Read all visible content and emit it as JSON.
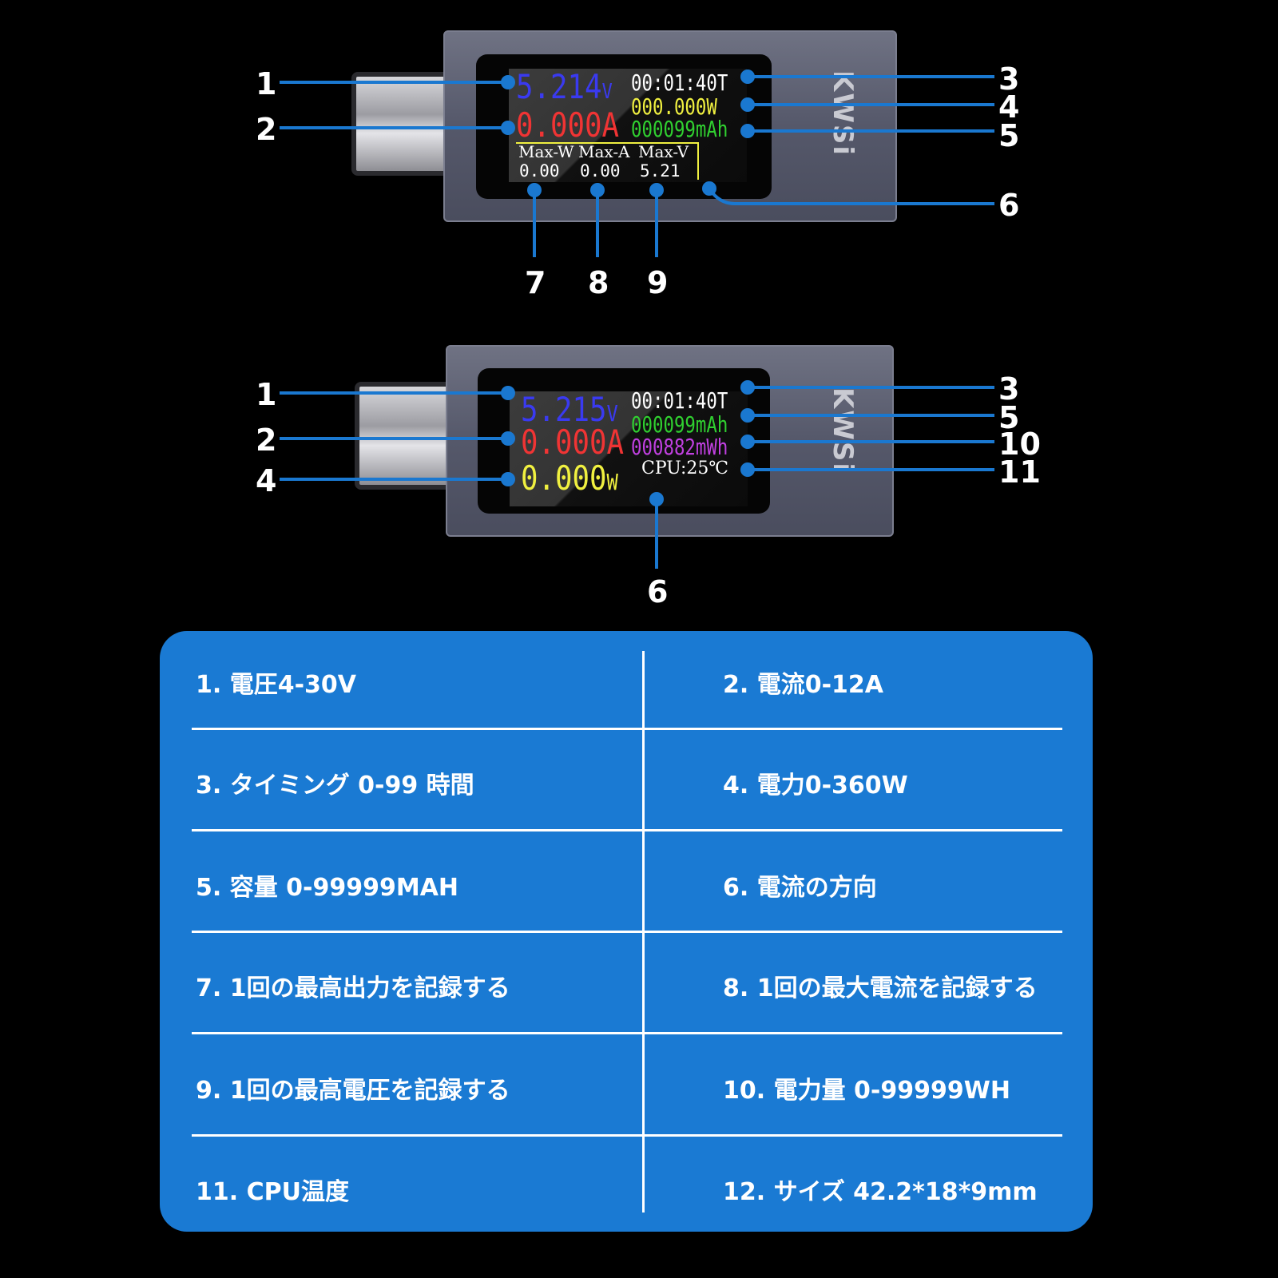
{
  "brand": "KWSi",
  "device1": {
    "voltage": "5.214",
    "voltage_unit": "V",
    "current": "0.000",
    "current_unit": "A",
    "time": "00:01:40",
    "time_suffix": "T",
    "power": "000.000W",
    "capacity": "000099mAh",
    "max_labels": [
      "Max-W",
      "Max-A",
      "Max-V"
    ],
    "max_values": [
      "0.00",
      "0.00",
      "5.21"
    ],
    "callouts": {
      "c1": "1",
      "c2": "2",
      "c3": "3",
      "c4": "4",
      "c5": "5",
      "c6": "6",
      "c7": "7",
      "c8": "8",
      "c9": "9"
    }
  },
  "device2": {
    "voltage": "5.215",
    "voltage_unit": "V",
    "current": "0.000",
    "current_unit": "A",
    "power": "0.000",
    "power_unit": "W",
    "time": "00:01:40",
    "time_suffix": "T",
    "capacity": "000099mAh",
    "energy": "000882mWh",
    "cpu": "CPU:25℃",
    "callouts": {
      "c1": "1",
      "c2": "2",
      "c4": "4",
      "c3": "3",
      "c5": "5",
      "c10": "10",
      "c11": "11",
      "c6": "6"
    }
  },
  "specs": [
    [
      "1. 電圧4-30V",
      "2. 電流0-12A"
    ],
    [
      "3. タイミング 0-99 時間",
      "4. 電力0-360W"
    ],
    [
      "5. 容量 0-99999MAH",
      "6. 電流の方向"
    ],
    [
      "7. 1回の最高出力を記録する",
      "8. 1回の最大電流を記録する"
    ],
    [
      "9. 1回の最高電圧を記録する",
      "10. 電力量 0-99999WH"
    ],
    [
      "11. CPU温度",
      "12. サイズ 42.2*18*9mm"
    ]
  ],
  "colors": {
    "callout": "#1a78d0",
    "panel": "#1a7ad3",
    "voltage": "#3a3af0",
    "current": "#f03434",
    "power": "#f0f040",
    "capacity": "#30d030",
    "energy": "#c040e0"
  }
}
